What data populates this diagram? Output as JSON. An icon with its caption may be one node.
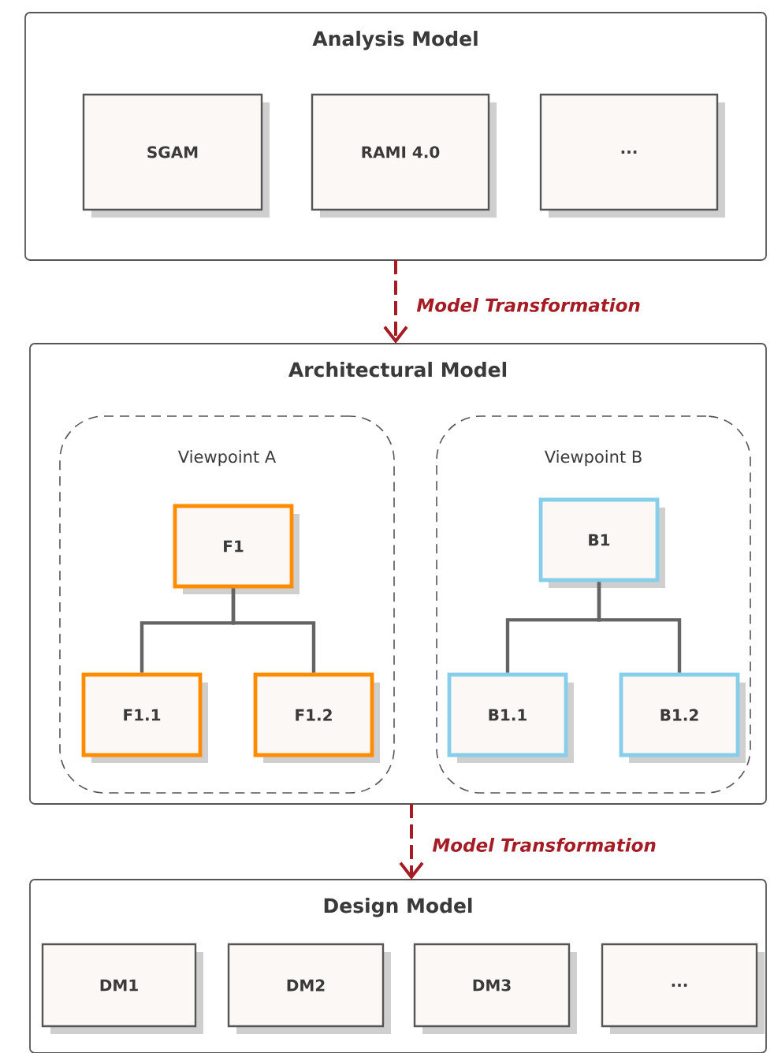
{
  "diagram": {
    "nodes": [
      {
        "text": [
          "Analysis Model"
        ]
      },
      {
        "text": [
          "SGAM"
        ],
        "in": 0
      },
      {
        "text": [
          "RAMI 4.0"
        ],
        "in": 0
      },
      {
        "text": [
          "..."
        ],
        "in": 0
      },
      {
        "text": [
          "Architectural Model"
        ]
      },
      {
        "text": [
          "Viewpoint A"
        ],
        "in": 4
      },
      {
        "text": [
          "F1"
        ],
        "in": 5
      },
      {
        "text": [
          "F1.1"
        ],
        "in": 5
      },
      {
        "text": [
          "F1.2"
        ],
        "in": 5
      },
      {
        "text": [
          "Viewpoint B"
        ],
        "in": 4
      },
      {
        "text": [
          "B1"
        ],
        "in": 9
      },
      {
        "text": [
          "B1.1"
        ],
        "in": 9
      },
      {
        "text": [
          "B1.2"
        ],
        "in": 9
      },
      {
        "text": [
          "Design Model"
        ]
      },
      {
        "text": [
          "DM1"
        ],
        "in": 13
      },
      {
        "text": [
          "DM2"
        ],
        "in": 13
      },
      {
        "text": [
          "DM3"
        ],
        "in": 13
      },
      {
        "text": [
          "..."
        ],
        "in": 13
      }
    ],
    "edges": [
      {
        "from": 0,
        "to": 4,
        "arrow": "to",
        "label": "Model Transformation",
        "style": "dashed",
        "color": "#a51c24"
      },
      {
        "from": 6,
        "to": 7,
        "arrow": "none"
      },
      {
        "from": 6,
        "to": 8,
        "arrow": "none"
      },
      {
        "from": 10,
        "to": 11,
        "arrow": "none"
      },
      {
        "from": 10,
        "to": 12,
        "arrow": "none"
      },
      {
        "from": 4,
        "to": 13,
        "arrow": "to",
        "label": "Model Transformation",
        "style": "dashed",
        "color": "#a51c24"
      }
    ]
  }
}
